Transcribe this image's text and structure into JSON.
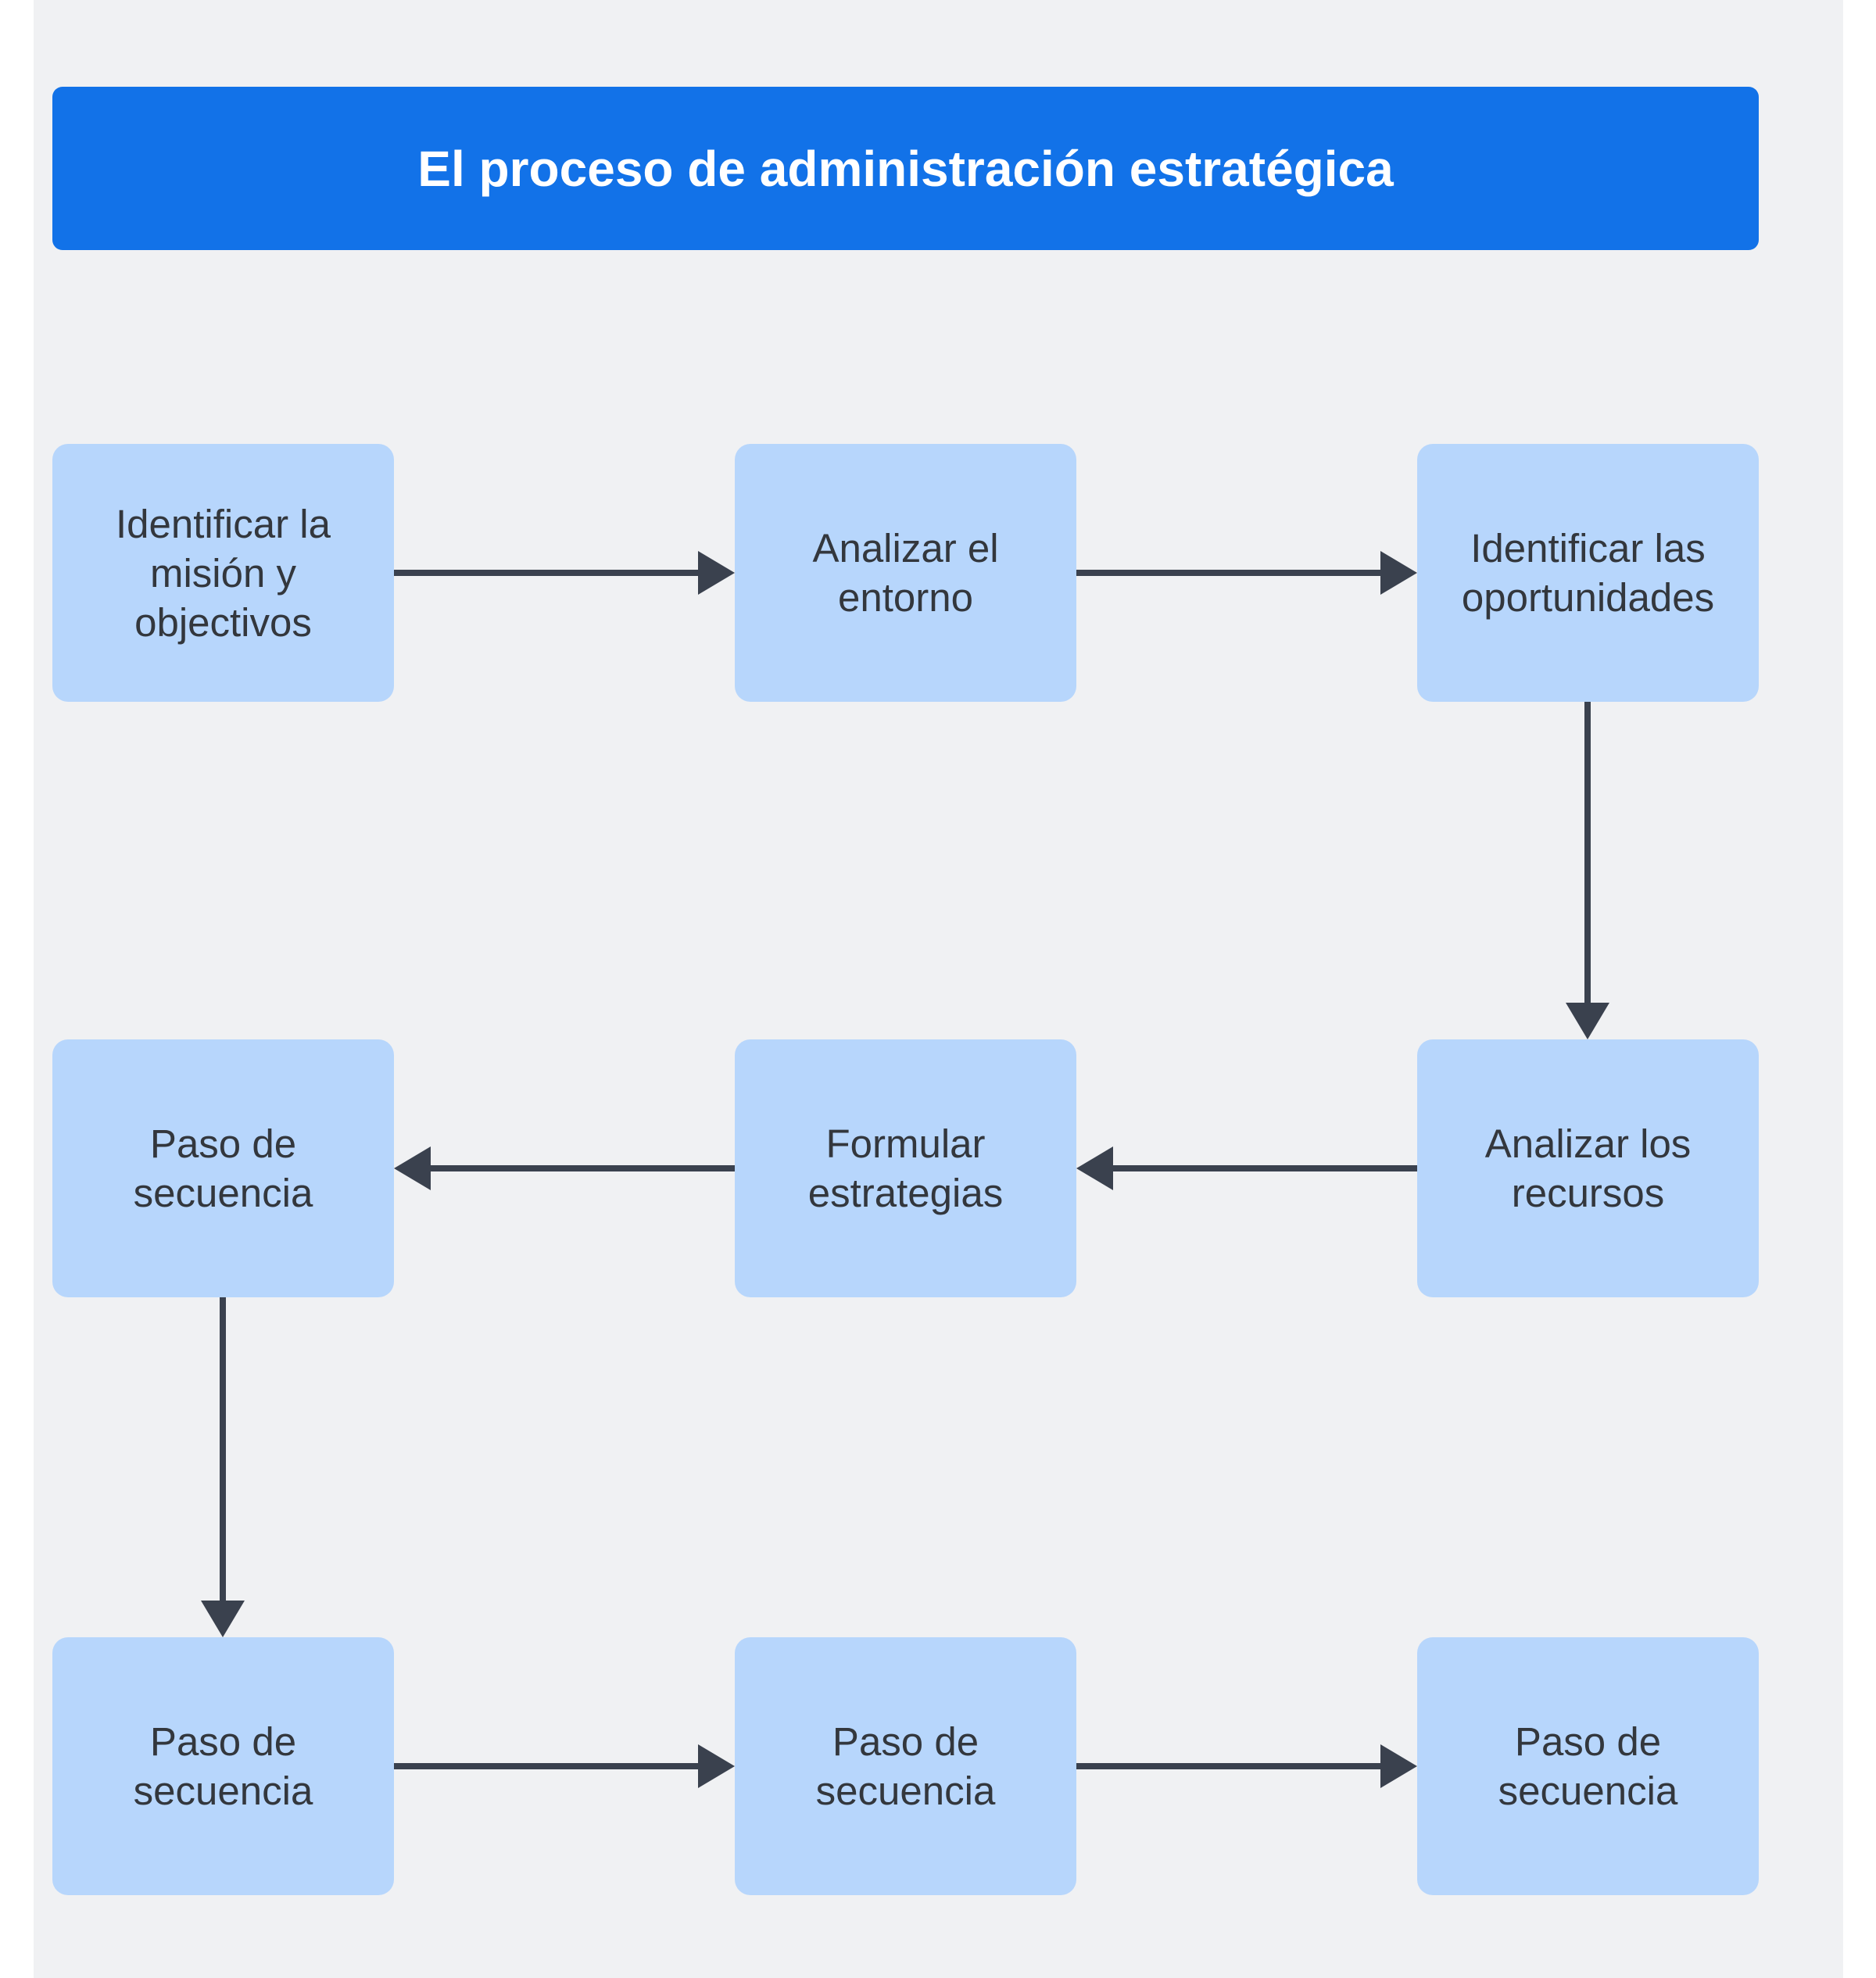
{
  "title": "El proceso de administración estratégica",
  "colors": {
    "title_bar": "#1272E8",
    "title_text": "#FFFFFF",
    "node_fill": "#B7D6FC",
    "node_text": "#33373D",
    "arrow": "#3A414E",
    "canvas": "#F0F1F3",
    "page_margin": "#FFFFFF"
  },
  "nodes": [
    {
      "id": "identificar-mision",
      "label": "Identificar la\nmisión y\nobjectivos"
    },
    {
      "id": "analizar-entorno",
      "label": "Analizar el\nentorno"
    },
    {
      "id": "identificar-oportunidades",
      "label": "Identificar las\noportunidades"
    },
    {
      "id": "analizar-recursos",
      "label": "Analizar los\nrecursos"
    },
    {
      "id": "formular-estrategias",
      "label": "Formular\nestrategias"
    },
    {
      "id": "paso-secuencia-1",
      "label": "Paso de\nsecuencia"
    },
    {
      "id": "paso-secuencia-2",
      "label": "Paso de\nsecuencia"
    },
    {
      "id": "paso-secuencia-3",
      "label": "Paso de\nsecuencia"
    },
    {
      "id": "paso-secuencia-4",
      "label": "Paso de\nsecuencia"
    }
  ],
  "edges": [
    {
      "from": "identificar-mision",
      "to": "analizar-entorno",
      "direction": "right"
    },
    {
      "from": "analizar-entorno",
      "to": "identificar-oportunidades",
      "direction": "right"
    },
    {
      "from": "identificar-oportunidades",
      "to": "analizar-recursos",
      "direction": "down"
    },
    {
      "from": "analizar-recursos",
      "to": "formular-estrategias",
      "direction": "left"
    },
    {
      "from": "formular-estrategias",
      "to": "paso-secuencia-1",
      "direction": "left"
    },
    {
      "from": "paso-secuencia-1",
      "to": "paso-secuencia-2",
      "direction": "down"
    },
    {
      "from": "paso-secuencia-2",
      "to": "paso-secuencia-3",
      "direction": "right"
    },
    {
      "from": "paso-secuencia-3",
      "to": "paso-secuencia-4",
      "direction": "right"
    }
  ]
}
